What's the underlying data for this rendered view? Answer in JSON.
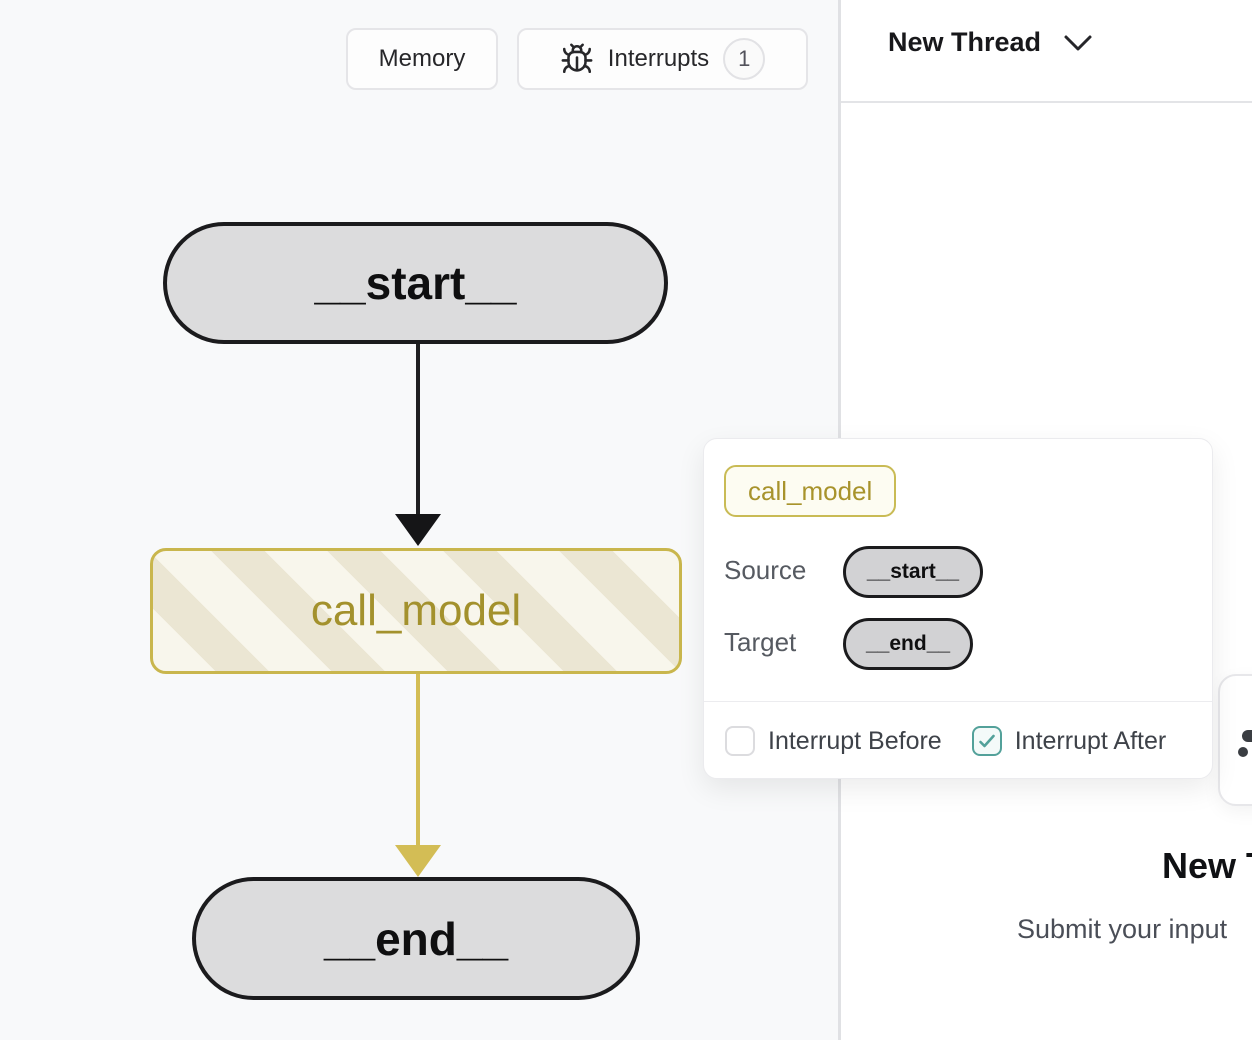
{
  "toolbar": {
    "memory_label": "Memory",
    "interrupts_label": "Interrupts",
    "interrupts_count": "1"
  },
  "thread_header": {
    "title": "New Thread"
  },
  "graph": {
    "start_label": "__start__",
    "call_model_label": "call_model",
    "end_label": "__end__",
    "edge_start_to_call_color": "#1f1f21",
    "edge_call_to_end_color": "#d3bd55",
    "interrupt_node_border": "#c9b64d"
  },
  "popover": {
    "node_badge": "call_model",
    "source_label": "Source",
    "source_value": "__start__",
    "target_label": "Target",
    "target_value": "__end__",
    "interrupt_before_label": "Interrupt Before",
    "interrupt_before_checked": false,
    "interrupt_after_label": "Interrupt After",
    "interrupt_after_checked": true
  },
  "thread_view": {
    "empty_title": "New Thread",
    "empty_subtitle": "Submit your input"
  },
  "colors": {
    "canvas_bg": "#f8f9fa",
    "accent_gold": "#c9b64d",
    "node_fill": "#dcdcdd",
    "interrupt_teal": "#53a19a"
  }
}
